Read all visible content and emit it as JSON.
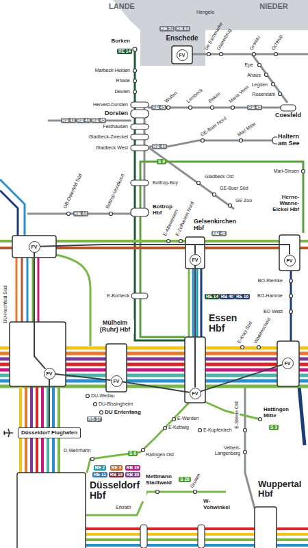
{
  "diagram": {
    "nodes": [
      {
        "text": [
          "FV"
        ]
      },
      {
        "text": [
          "FV"
        ]
      },
      {
        "text": [
          "FV"
        ]
      },
      {
        "text": [
          "FV"
        ]
      },
      {
        "text": [
          "FV"
        ]
      },
      {
        "text": [
          "FV"
        ]
      },
      {
        "text": [
          "FV"
        ]
      },
      {
        "text": [
          "Düsseldorf Flughafen"
        ]
      },
      {
        "text": [
          "FV"
        ]
      },
      {
        "text": [
          "RE 14"
        ]
      },
      {
        "text": [
          "RB 51"
        ]
      },
      {
        "text": [
          "RB 64"
        ]
      },
      {
        "text": [
          "RB 43"
        ]
      },
      {
        "text": [
          "RB 44"
        ]
      },
      {
        "text": [
          "RB 45"
        ]
      },
      {
        "text": [
          "RB 45"
        ]
      },
      {
        "text": [
          "RB 45"
        ]
      },
      {
        "text": [
          "RB 44"
        ]
      },
      {
        "text": [
          "S 9"
        ]
      },
      {
        "text": [
          "RB 44"
        ]
      },
      {
        "text": [
          "RB 46"
        ]
      },
      {
        "text": [
          "RE 14"
        ]
      },
      {
        "text": [
          "RB 40"
        ]
      },
      {
        "text": [
          "RE 16"
        ]
      },
      {
        "text": [
          "RB 37"
        ]
      },
      {
        "text": [
          "S 6"
        ]
      },
      {
        "text": [
          "RE 2"
        ]
      },
      {
        "text": [
          "RE 3"
        ]
      },
      {
        "text": [
          "RB 39"
        ]
      },
      {
        "text": [
          "RE 11"
        ]
      },
      {
        "text": [
          "RB 19"
        ]
      },
      {
        "text": [
          "RB 30"
        ]
      },
      {
        "text": [
          "S 3"
        ]
      },
      {
        "text": [
          "S 28"
        ]
      }
    ],
    "edges": [
      {
        "from": 1,
        "to": 2,
        "arrow": "none"
      },
      {
        "from": 2,
        "to": 3,
        "arrow": "none"
      },
      {
        "from": 2,
        "to": 6,
        "arrow": "none"
      },
      {
        "from": 4,
        "to": 5,
        "arrow": "none"
      },
      {
        "from": 5,
        "to": 6,
        "arrow": "none"
      },
      {
        "from": 6,
        "to": 8,
        "arrow": "none"
      },
      {
        "from": 4,
        "to": 7,
        "arrow": "none"
      },
      {
        "from": 1,
        "to": 4,
        "arrow": "none"
      }
    ],
    "labels": [
      "LANDE",
      "NIEDER",
      "Hengelo",
      "Enschede",
      "De Eschmarke",
      "Glanerbrug",
      "Gronau",
      "Ochtrup",
      "Epe",
      "Ahaus",
      "Legden",
      "Rosendahl",
      "Coesfeld",
      "Borken",
      "Marbeck-Heiden",
      "Rhade",
      "Deuten",
      "Hervest-Dorsten",
      "Dorsten",
      "Feldhausen",
      "Gladbeck-Zweckel",
      "Gladbeck West",
      "Wulfen",
      "Lembeck",
      "Reken",
      "Maria Veen",
      "GE-Buer Nord",
      "Marl Mitte",
      "Haltern am See",
      "Marl-Sinsen",
      "Herne-Wanne-Eickel Hbf",
      "Gladbeck Ost",
      "GE-Buer Süd",
      "GE Zoo",
      "Bottrop-Boy",
      "Bottrop Hbf",
      "Bottrop-Vonderort",
      "OB-Osterfeld Süd",
      "E-Altenessen",
      "E-Zollverein Nord",
      "Gelsenkirchen Hbf",
      "E-Borbeck",
      "Essen Hbf",
      "E-Kray Süd",
      "Wattenscheid",
      "BO-Riemke",
      "BO-Hamme",
      "BO West",
      "Mülheim (Ruhr) Hbf",
      "DU-Hochfeld Süd",
      "DU-Wedau",
      "DU-Bissingheim",
      "DU Entenfang",
      "Ratingen Ost",
      "D-Wehrhahn",
      "E-Werden",
      "E-Kettwig",
      "E-Kupferdreh",
      "E-Steele Ost",
      "Hattingen Mitte",
      "Velbert-Langenberg",
      "Düsseldorf Hbf",
      "Mettmann Stadtwald",
      "Erkrath",
      "Gruiten",
      "W-Vohwinkel",
      "Wuppertal Hbf"
    ]
  }
}
